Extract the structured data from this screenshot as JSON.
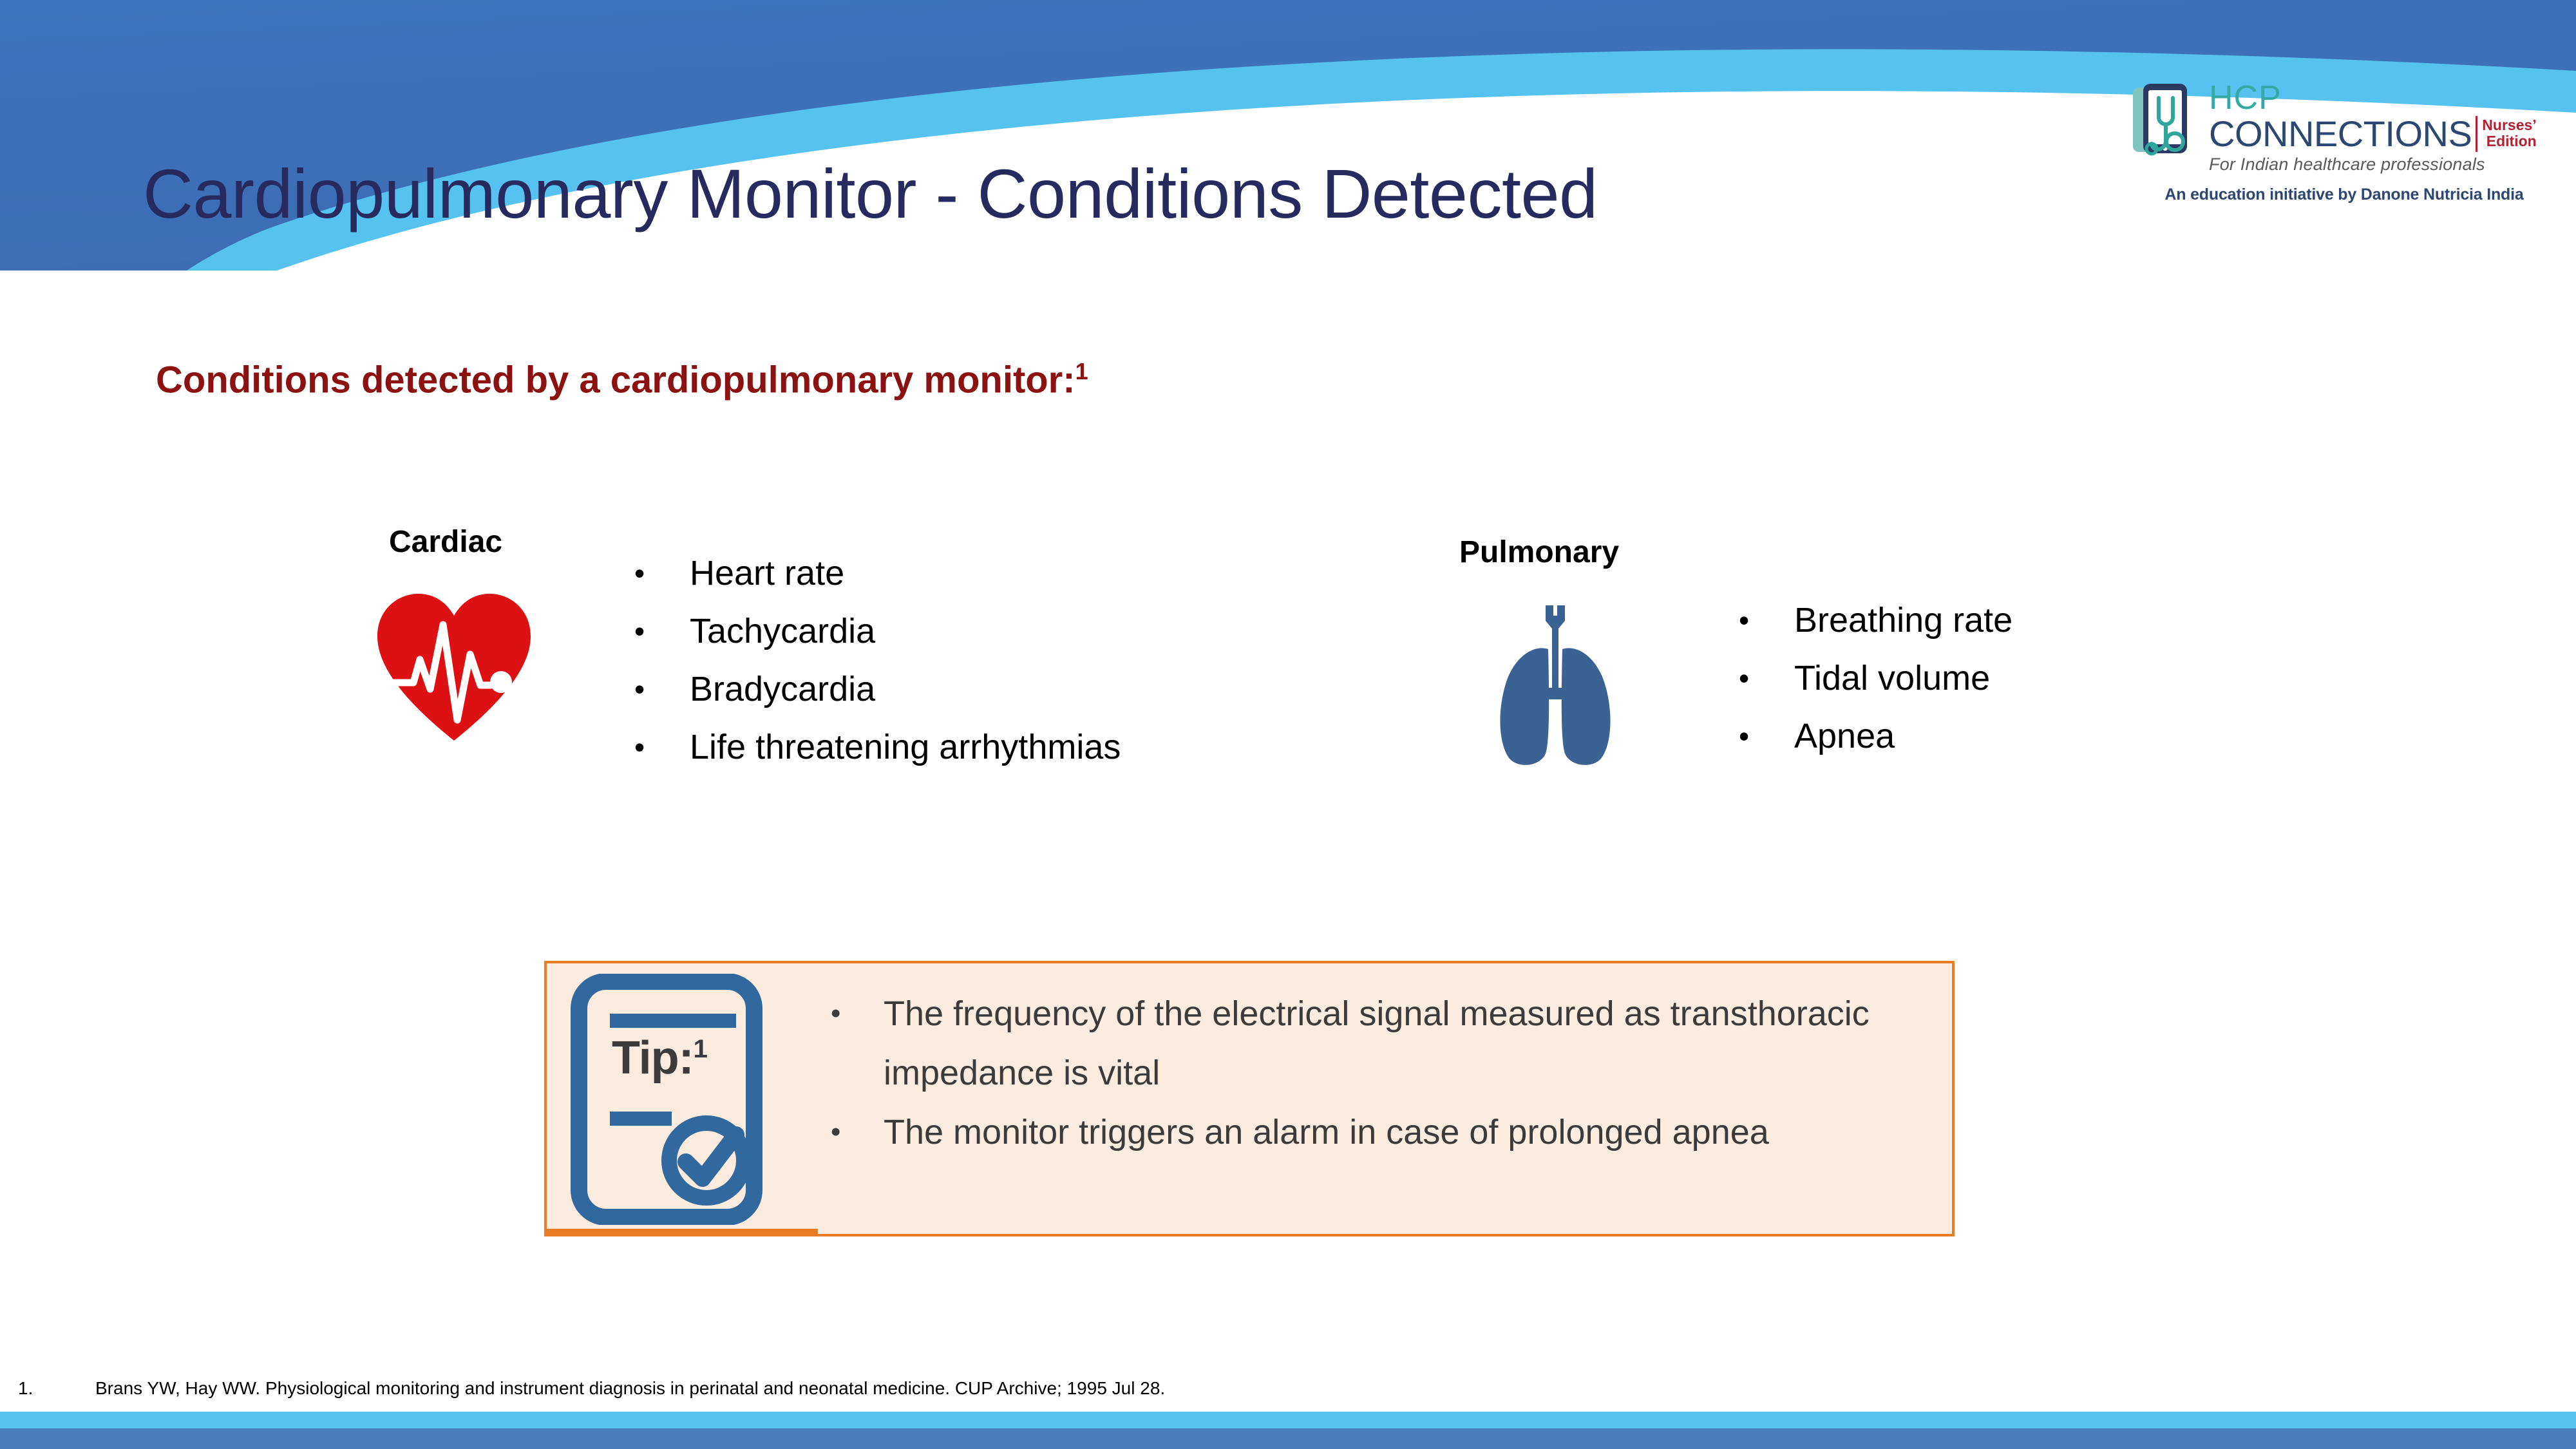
{
  "slide": {
    "title": "Cardiopulmonary Monitor - Conditions Detected",
    "subtitle": "Conditions detected by a cardiopulmonary monitor:",
    "subtitle_superscript": "1"
  },
  "logo": {
    "hcp": "HCP",
    "connections": "CONNECTIONS",
    "edition_line1": "Nurses’",
    "edition_line2": "Edition",
    "tagline": "For Indian healthcare professionals",
    "initiative": "An education initiative by Danone Nutricia India"
  },
  "sections": [
    {
      "heading": "Cardiac",
      "icon": "heart-ecg-icon",
      "items": [
        "Heart rate",
        "Tachycardia",
        "Bradycardia",
        "Life threatening arrhythmias"
      ]
    },
    {
      "heading": "Pulmonary",
      "icon": "lungs-icon",
      "items": [
        "Breathing rate",
        "Tidal volume",
        "Apnea"
      ]
    }
  ],
  "tip": {
    "label": "Tip:",
    "label_superscript": "1",
    "icon": "clipboard-check-icon",
    "items": [
      "The frequency of the electrical signal measured as transthoracic impedance is vital",
      "The monitor triggers an alarm in case of prolonged apnea"
    ]
  },
  "footer": {
    "reference_number": "1.",
    "reference_text": "Brans YW, Hay WW. Physiological monitoring and instrument diagnosis in perinatal and neonatal medicine. CUP Archive; 1995 Jul 28."
  },
  "bullet_glyph": "•",
  "colors": {
    "title": "#262A5E",
    "subtitle": "#8C1111",
    "banner_dark_blue": "#3C6DB5",
    "banner_light_blue": "#56C2F0",
    "heart_red": "#DD1013",
    "lungs_blue": "#3A6394",
    "tip_border": "#E87D26",
    "tip_background": "#FCEBDF",
    "tip_icon_blue": "#31699E",
    "bottom_bar_light": "#56C2F0",
    "bottom_bar_dark": "#4A7BBA"
  }
}
